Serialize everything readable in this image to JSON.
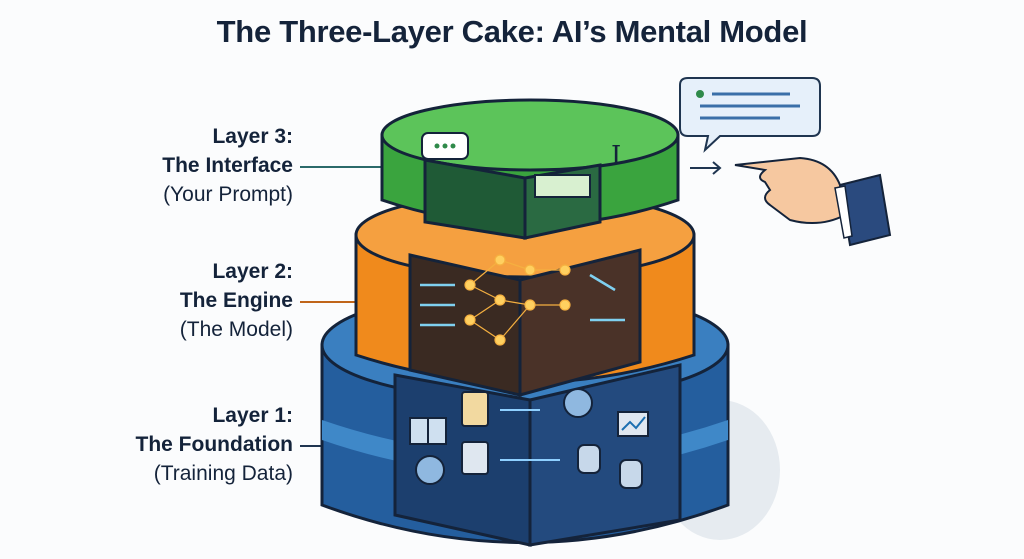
{
  "title": "The Three-Layer Cake: AI’s Mental Model",
  "layers": [
    {
      "name": "Layer 3:",
      "title": "The Interface",
      "subtitle": "(Your Prompt)",
      "color": "#4cb84a"
    },
    {
      "name": "Layer 2:",
      "title": "The Engine",
      "subtitle": "(The Model)",
      "color": "#f08a1c"
    },
    {
      "name": "Layer 1:",
      "title": "The Foundation",
      "subtitle": "(Training Data)",
      "color": "#2a6db0"
    }
  ],
  "icons": [
    "chat-bubble-icon",
    "text-cursor-icon",
    "neural-network-icon",
    "book-icon",
    "scroll-icon",
    "globe-icon",
    "database-icon",
    "chart-icon",
    "pointing-hand-icon"
  ]
}
